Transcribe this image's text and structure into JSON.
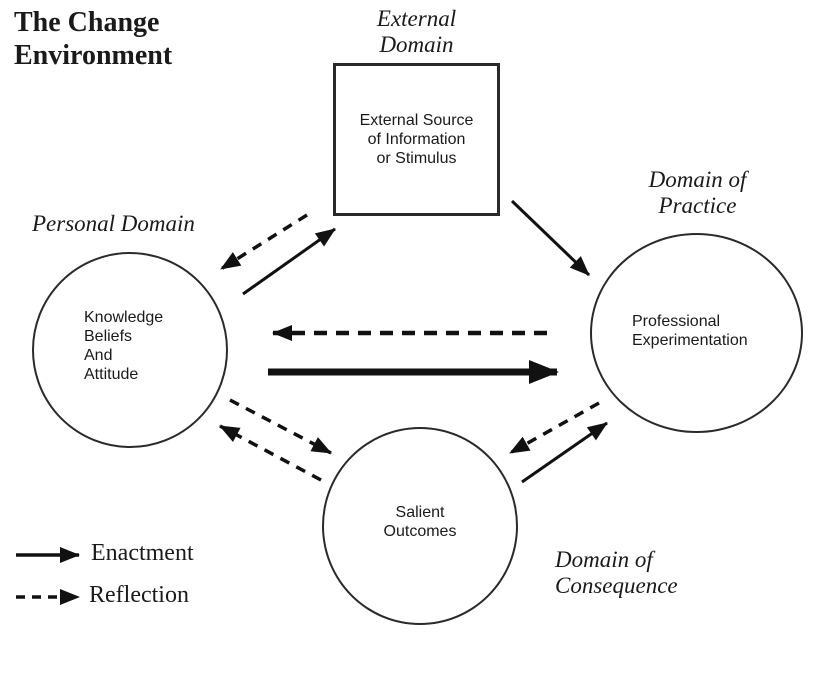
{
  "title": "The Change\nEnvironment",
  "colors": {
    "ink": "#1a1a1a",
    "line": "#111111",
    "background": "#ffffff"
  },
  "domains": {
    "external": {
      "label": "External\nDomain",
      "node": "External Source\nof Information\nor Stimulus",
      "shape": "rectangle"
    },
    "personal": {
      "label": "Personal Domain",
      "node": "Knowledge\nBeliefs\nAnd\nAttitude",
      "shape": "circle"
    },
    "practice": {
      "label": "Domain of\nPractice",
      "node": "Professional\nExperimentation",
      "shape": "circle"
    },
    "consequence": {
      "label": "Domain of\nConsequence",
      "node": "Salient\nOutcomes",
      "shape": "circle"
    }
  },
  "arrows": [
    {
      "from": "external",
      "to": "personal",
      "type": "reflection",
      "style": "dashed"
    },
    {
      "from": "personal",
      "to": "external",
      "type": "enactment",
      "style": "solid"
    },
    {
      "from": "external",
      "to": "practice",
      "type": "enactment",
      "style": "solid"
    },
    {
      "from": "practice",
      "to": "personal",
      "type": "reflection",
      "style": "dashed"
    },
    {
      "from": "personal",
      "to": "practice",
      "type": "enactment",
      "style": "solid",
      "emphasis": "thick"
    },
    {
      "from": "personal",
      "to": "consequence",
      "type": "reflection",
      "style": "dashed"
    },
    {
      "from": "consequence",
      "to": "personal",
      "type": "reflection",
      "style": "dashed"
    },
    {
      "from": "practice",
      "to": "consequence",
      "type": "reflection",
      "style": "dashed"
    },
    {
      "from": "consequence",
      "to": "practice",
      "type": "enactment",
      "style": "solid"
    }
  ],
  "legend": {
    "items": [
      {
        "label": "Enactment",
        "style": "solid"
      },
      {
        "label": "Reflection",
        "style": "dashed"
      }
    ]
  }
}
